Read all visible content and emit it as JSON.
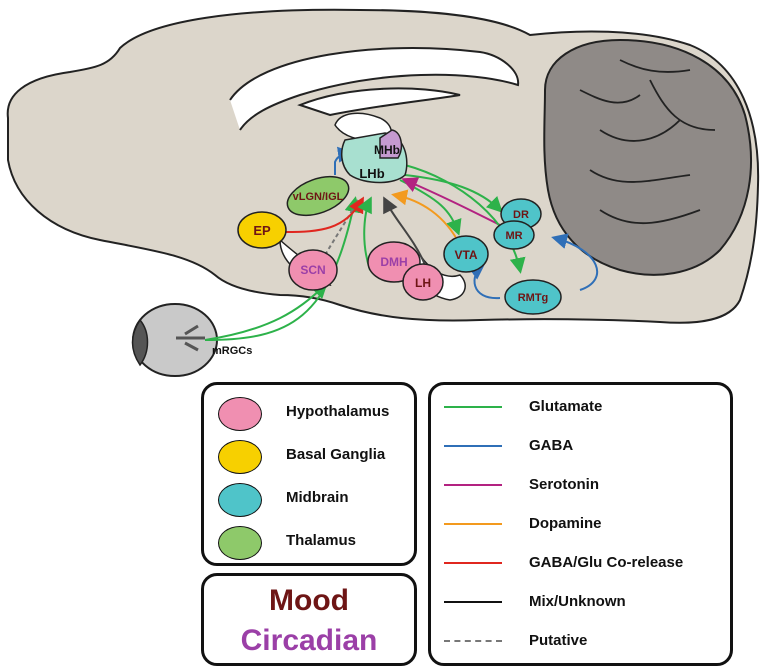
{
  "colors": {
    "brain_fill": "#dcd6cb",
    "brain_stroke": "#222222",
    "hypothalamus": "#f08fb1",
    "basal_ganglia": "#f7d000",
    "midbrain": "#4fc4c9",
    "thalamus": "#8ec96a",
    "habenula": "#a8e0d0",
    "mhb": "#c59ad0",
    "glutamate": "#2db24a",
    "gaba": "#2f6fb7",
    "serotonin": "#b32281",
    "dopamine": "#f39a1e",
    "gaba_glu": "#e0271f",
    "mix": "#111111",
    "putative": "#777777",
    "mood": "#6e1515",
    "circadian": "#9b3fa7"
  },
  "nodes": {
    "mhb": "MHb",
    "lhb": "LHb",
    "vlgn": "vLGN/IGL",
    "ep": "EP",
    "scn": "SCN",
    "dmh": "DMH",
    "lh": "LH",
    "vta": "VTA",
    "dr": "DR",
    "mr": "MR",
    "rmtg": "RMTg",
    "mrgcs": "mRGCs"
  },
  "legend": {
    "regions": [
      {
        "label": "Hypothalamus",
        "color": "#f08fb1"
      },
      {
        "label": "Basal Ganglia",
        "color": "#f7d000"
      },
      {
        "label": "Midbrain",
        "color": "#4fc4c9"
      },
      {
        "label": "Thalamus",
        "color": "#8ec96a"
      }
    ],
    "categories": {
      "mood": "Mood",
      "circadian": "Circadian"
    },
    "transmitters": [
      {
        "label": "Glutamate",
        "color": "#2db24a",
        "style": "solid"
      },
      {
        "label": "GABA",
        "color": "#2f6fb7",
        "style": "solid"
      },
      {
        "label": "Serotonin",
        "color": "#b32281",
        "style": "solid"
      },
      {
        "label": "Dopamine",
        "color": "#f39a1e",
        "style": "solid"
      },
      {
        "label": "GABA/Glu Co-release",
        "color": "#e0271f",
        "style": "solid"
      },
      {
        "label": "Mix/Unknown",
        "color": "#111111",
        "style": "solid"
      },
      {
        "label": "Putative",
        "color": "#777777",
        "style": "dashed"
      }
    ]
  }
}
